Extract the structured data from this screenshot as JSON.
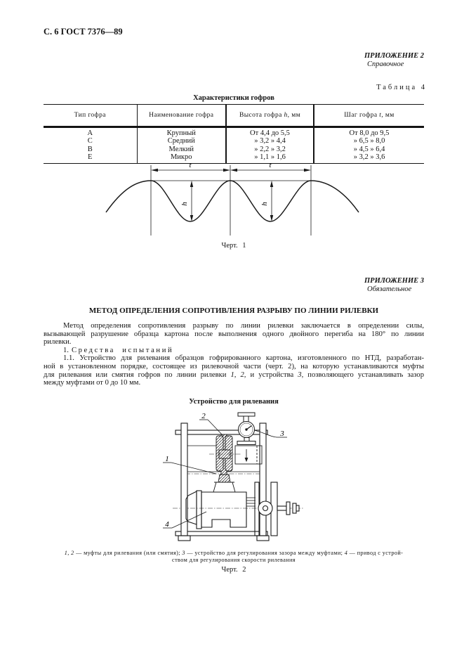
{
  "page_header": "С. 6 ГОСТ 7376—89",
  "appendix2": {
    "title": "ПРИЛОЖЕНИЕ 2",
    "subtitle": "Справочное"
  },
  "table4": {
    "label": "Таблица 4",
    "title": "Характеристики гофров",
    "headers": [
      {
        "pre": "Тип гофра",
        "var": "",
        "post": ""
      },
      {
        "pre": "Наименование гофра",
        "var": "",
        "post": ""
      },
      {
        "pre": "Высота гофра ",
        "var": "h",
        "post": ", мм"
      },
      {
        "pre": "Шаг гофра ",
        "var": "t",
        "post": ", мм"
      }
    ],
    "rows": [
      [
        "А",
        "Крупный",
        "От 4,4 до 5,5",
        "От 8,0 до 9,5"
      ],
      [
        "С",
        "Средний",
        "» 3,2 » 4,4",
        "» 6,5 » 8,0"
      ],
      [
        "В",
        "Мелкий",
        "» 2,2 » 3,2",
        "» 4,5 » 6,4"
      ],
      [
        "Е",
        "Микро",
        "» 1,1 » 1,6",
        "» 3,2 » 3,6"
      ]
    ]
  },
  "fig1": {
    "t": "t",
    "h": "h",
    "caption": "Черт. 1"
  },
  "appendix3": {
    "title": "ПРИЛОЖЕНИЕ 3",
    "subtitle": "Обязательное"
  },
  "method": {
    "heading": "МЕТОД ОПРЕДЕЛЕНИЯ СОПРОТИВЛЕНИЯ РАЗРЫВУ ПО ЛИНИИ РИЛЕВКИ",
    "p1_l1": "Метод определения сопротивления разрыву по линии рилевки заключается в определении силы,",
    "p1_l2": "вызывающей разрушение образца картона после выполнения одного двойного перегиба на 180° по линии",
    "p1_l3": "рилевки.",
    "s1_num": "1.",
    "s1_text": "Средства испытаний",
    "p11_l1": "1.1. Устройство для рилевания образцов гофрированного картона, изготовленного по НТД, разработан-",
    "p11_l2": "ной в установленном порядке, состоящее из рилевочной части (черт. 2), на которую устанавливаются муфты",
    "p11_l3a": "для рилевания или смятия гофров по линии рилевки ",
    "p11_l3b": "1, 2,",
    "p11_l3c": " и устройства ",
    "p11_l3d": "3,",
    "p11_l3e": " позволяющего устанавливать зазор",
    "p11_l4": "между муфтами от 0 до 10 мм."
  },
  "fig2": {
    "title": "Устройство для рилевания",
    "labels": [
      "1",
      "2",
      "3",
      "4"
    ],
    "caption_l1_parts": [
      "1, 2",
      " — муфты для рилевания (или смятия); ",
      "3",
      " — устройство для регулирования зазора между муфтами; ",
      "4",
      " — привод с устрой-"
    ],
    "caption_l2": "ством для регулирования скорости рилевания",
    "label": "Черт. 2"
  }
}
